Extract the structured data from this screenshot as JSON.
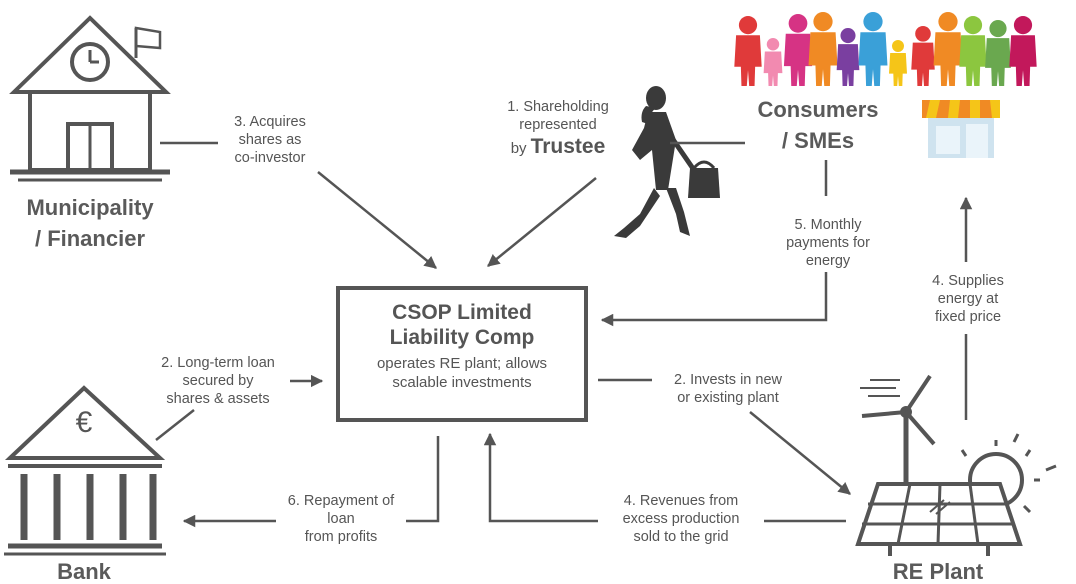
{
  "entities": {
    "municipality": {
      "line1": "Municipality",
      "line2": "/ Financier"
    },
    "consumers": {
      "line1": "Consumers",
      "line2": "/ SMEs"
    },
    "bank": {
      "name": "Bank",
      "symbol": "€"
    },
    "re_plant": {
      "name": "RE Plant"
    },
    "trustee": {
      "prefix": "by",
      "name": "Trustee"
    }
  },
  "center": {
    "title_line1": "CSOP Limited",
    "title_line2": "Liability Comp",
    "desc_line1": "operates RE plant; allows",
    "desc_line2": "scalable investments"
  },
  "flows": {
    "shareholding": [
      "1. Shareholding",
      "represented"
    ],
    "acquires": [
      "3. Acquires",
      "shares as",
      "co-investor"
    ],
    "monthly": [
      "5. Monthly",
      "payments for",
      "energy"
    ],
    "supplies": [
      "4. Supplies",
      "energy at",
      "fixed price"
    ],
    "loan": [
      "2. Long-term loan",
      "secured by",
      "shares & assets"
    ],
    "invests": [
      "2. Invests in new",
      "or existing plant"
    ],
    "repayment": [
      "6. Repayment of",
      "loan",
      "from profits"
    ],
    "revenues": [
      "4. Revenues from",
      "excess production",
      "sold to the grid"
    ]
  },
  "colors": {
    "line": "#555555",
    "people": [
      "#e03a3a",
      "#f28ab0",
      "#d63384",
      "#f08a24",
      "#7a3fa0",
      "#3aa0d8",
      "#f5c518",
      "#e03a3a",
      "#f08a24",
      "#8cc63f",
      "#6aa84f",
      "#c2185b"
    ]
  }
}
